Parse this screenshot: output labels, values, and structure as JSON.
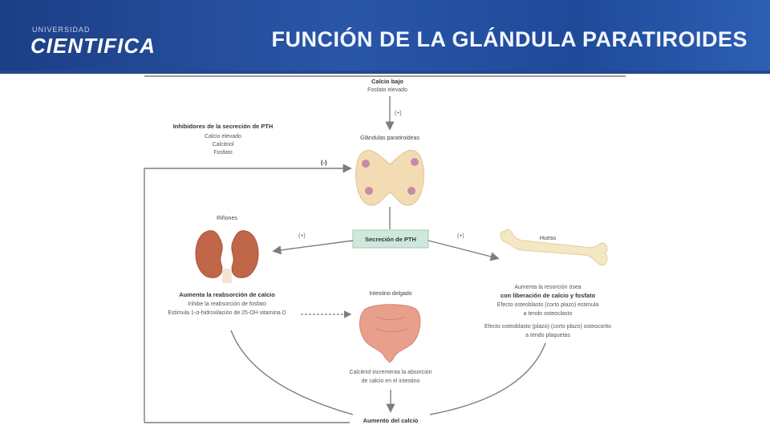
{
  "header": {
    "logo_small": "UNIVERSIDAD",
    "logo_text": "CIENTIFICA",
    "title": "FUNCIÓN DE LA GLÁNDULA PARATIROIDES"
  },
  "diagram": {
    "top_label": "Calcio bajo",
    "top_sub": "Fosfato elevado",
    "top_sign": "(+)",
    "parathyroid_label": "Glándulas paratiroideas",
    "inhibitors_title": "Inhibidores de la secreción de PTH",
    "inhibitors_lines": [
      "Calcio elevado",
      "Calcitriol",
      "Fosfato"
    ],
    "inhibit_sign": "(-)",
    "pth_box": "Secreción de PTH",
    "kidney_label": "Riñones",
    "kidney_sign": "(+)",
    "kidney_text_bold": "Aumenta la reabsorción de calcio",
    "kidney_text_lines": [
      "Inhibe la reabsorción de fosfato",
      "Estimula 1-α-hidroxilación de 25-OH vitamina D"
    ],
    "bone_label": "Hueso",
    "bone_sign": "(+)",
    "bone_text_lines": [
      "Aumenta la resorción ósea",
      "con liberación de calcio y fosfato",
      "Efecto osteoblasto (corto plazo) estimula",
      "a tendo osteoclasto",
      "Efecto osteoblasto (plazo) (corto plazo) osteocorito",
      "a tendo plaquetas"
    ],
    "intestine_label": "Intestino delgado",
    "intestine_text_lines": [
      "Calcitriol incrementa la absorción",
      "de calcio en el intestino"
    ],
    "bottom_label": "Aumento del calcio"
  }
}
